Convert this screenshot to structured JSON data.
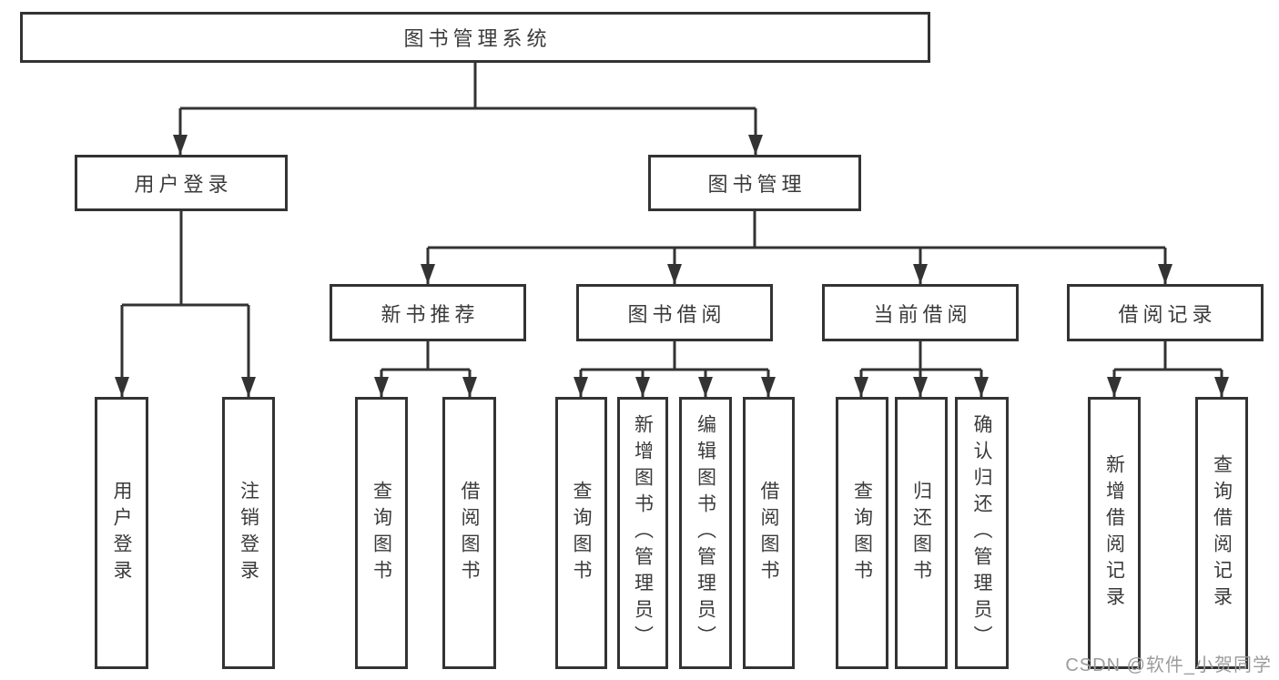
{
  "tree": {
    "label": "图书管理系统",
    "children": [
      {
        "label": "用户登录",
        "children": [
          {
            "label": "用户登录"
          },
          {
            "label": "注销登录"
          }
        ]
      },
      {
        "label": "图书管理",
        "children": [
          {
            "label": "新书推荐",
            "children": [
              {
                "label": "查询图书"
              },
              {
                "label": "借阅图书"
              }
            ]
          },
          {
            "label": "图书借阅",
            "children": [
              {
                "label": "查询图书"
              },
              {
                "label": "新增图书（管理员）"
              },
              {
                "label": "编辑图书（管理员）"
              },
              {
                "label": "借阅图书"
              }
            ]
          },
          {
            "label": "当前借阅",
            "children": [
              {
                "label": "查询图书"
              },
              {
                "label": "归还图书"
              },
              {
                "label": "确认归还（管理员）"
              }
            ]
          },
          {
            "label": "借阅记录",
            "children": [
              {
                "label": "新增借阅记录"
              },
              {
                "label": "查询借阅记录"
              }
            ]
          }
        ]
      }
    ]
  },
  "watermark": {
    "text": "CSDN @软件_小贺同学"
  },
  "colors": {
    "line": "#333333",
    "text": "#3b3b3b",
    "watermark": "#9c9c9c",
    "background": "#ffffff"
  }
}
